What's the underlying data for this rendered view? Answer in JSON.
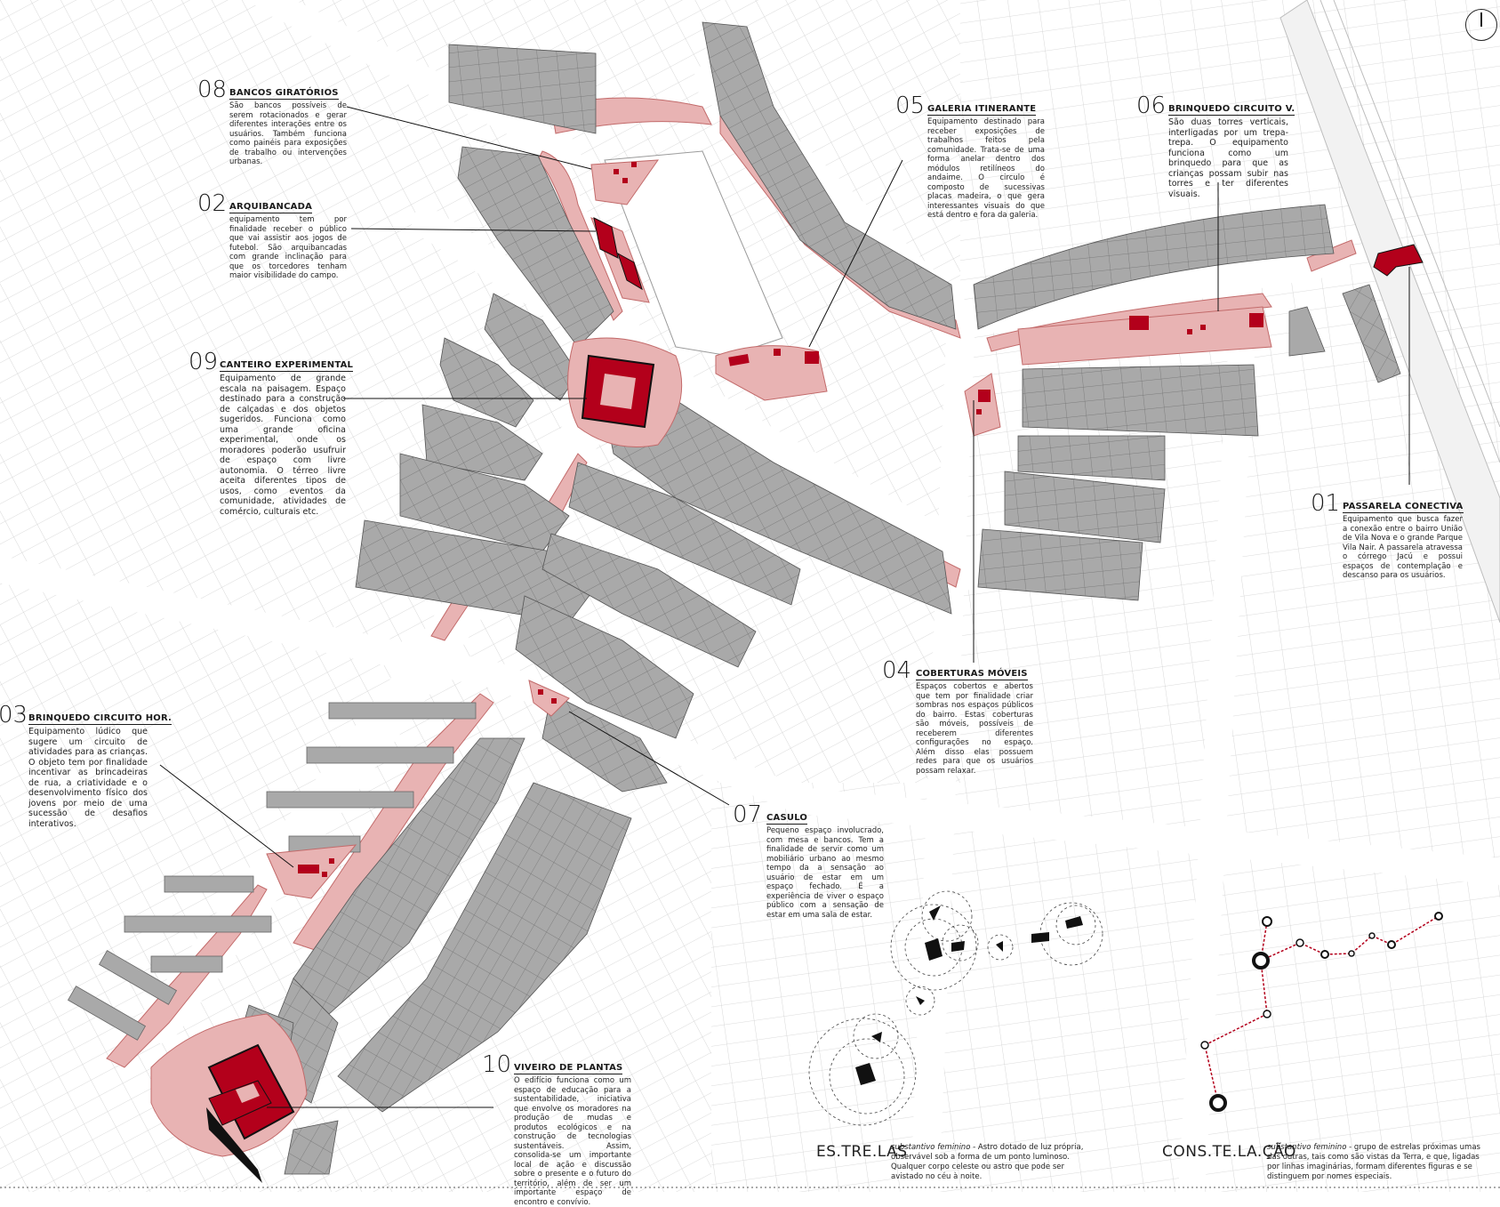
{
  "annotations": [
    {
      "id": "08",
      "title": "BANCOS GIRATÓRIOS",
      "desc": "São bancos possíveis de serem rotacionados e gerar diferentes interações entre os usuários. Também funciona como painéis para exposições de trabalho ou intervenções urbanas."
    },
    {
      "id": "02",
      "title": "ARQUIBANCADA",
      "desc": "equipamento tem por finalidade receber o público que vai assistir aos jogos de futebol. São arquibancadas com grande inclinação para que os torcedores tenham maior visibilidade do campo."
    },
    {
      "id": "05",
      "title": "GALERIA ITINERANTE",
      "desc": "Equipamento destinado para receber exposições de trabalhos feitos pela comunidade. Trata-se de uma forma anelar dentro dos módulos retilíneos do andaime. O circulo é composto de sucessivas placas madeira, o que gera interessantes visuais do que está dentro e fora da galeria."
    },
    {
      "id": "06",
      "title": "BRINQUEDO CIRCUITO V.",
      "desc": "São duas torres verticais, interligadas por um trepa-trepa. O equipamento funciona como um brinquedo para que as crianças possam subir nas torres e ter diferentes visuais."
    },
    {
      "id": "09",
      "title": "CANTEIRO EXPERIMENTAL",
      "desc": "Equipamento de grande escala na paisagem. Espaço destinado para a construção de calçadas e dos objetos sugeridos. Funciona como uma grande oficina experimental, onde os moradores poderão usufruir de espaço com livre autonomia. O térreo livre aceita diferentes tipos de usos, como eventos da comunidade, atividades de comércio, culturais etc."
    },
    {
      "id": "01",
      "title": "PASSARELA CONECTIVA",
      "desc": "Equipamento que busca fazer a conexão entre o bairro União de Vila Nova e o grande Parque Vila Nair. A passarela atravessa o córrego Jacú e possui espaços de contemplação e descanso para os usuários."
    },
    {
      "id": "04",
      "title": "COBERTURAS MÓVEIS",
      "desc": "Espaços cobertos e abertos que tem por finalidade criar sombras nos espaços públicos do bairro. Estas coberturas são móveis, possíveis de receberem diferentes configurações no espaço. Além disso elas possuem redes para que os usuários possam relaxar."
    },
    {
      "id": "03",
      "title": "BRINQUEDO CIRCUITO HOR.",
      "desc": "Equipamento lúdico que sugere um circuito de atividades para as crianças. O objeto tem por finalidade incentivar as brincadeiras de rua, a criatividade e o desenvolvimento físico dos jovens por meio de uma sucessão de desafios interativos."
    },
    {
      "id": "07",
      "title": "CASULO",
      "desc": "Pequeno espaço involucrado, com mesa e bancos. Tem a finalidade de servir como um mobiliário urbano ao mesmo tempo da a sensação ao usuário de estar em um espaço fechado. É a experiência de viver o espaço público com a sensação de estar em uma sala de estar."
    },
    {
      "id": "10",
      "title": "VIVEIRO DE PLANTAS",
      "desc": "O edifício funciona como um espaço de educação para a sustentabilidade, iniciativa que envolve os moradores na produção de mudas e produtos ecológicos e na construção de tecnologias sustentáveis. Assim, consolida-se um importante local de ação e discussão sobre o presente e o futuro do território, além de ser um importante espaço de encontro e convívio."
    }
  ],
  "definitions": {
    "estrelas": {
      "word": "ES.TRE.LAS",
      "pos": "substantivo feminino",
      "text": " - Astro dotado de luz própria, observável sob a forma de um ponto luminoso. Qualquer corpo celeste ou astro que pode ser avistado no céu à noite."
    },
    "constelacao": {
      "word": "CONS.TE.LA.ÇÃO",
      "pos": "substantivo feminino",
      "text": " - grupo de estrelas próximas umas das outras, tais como são vistas da Terra, e que, ligadas por linhas imaginárias, formam diferentes figuras e se distinguem por nomes especiais."
    }
  },
  "colors": {
    "building": "#a9a9a9",
    "intervention": "#e8b3b3",
    "object": "#b3001b",
    "street": "#ffffff",
    "lot": "#cfcfcf"
  },
  "icons": {
    "north": "north-arrow-icon"
  }
}
